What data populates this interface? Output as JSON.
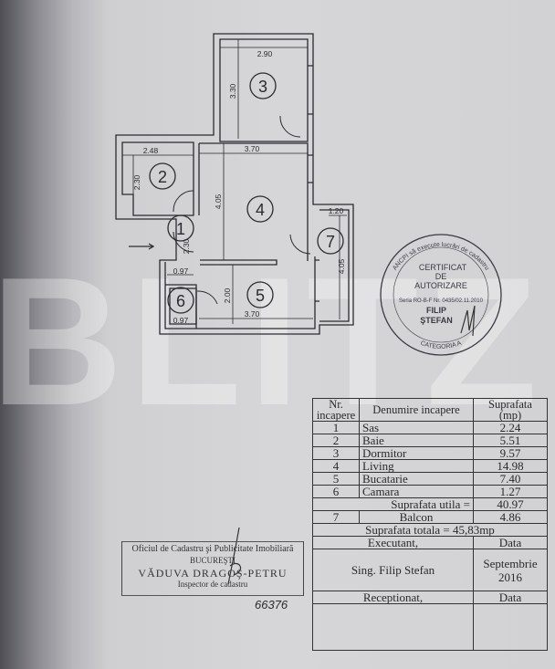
{
  "plan": {
    "rooms": [
      {
        "number": "1"
      },
      {
        "number": "2"
      },
      {
        "number": "3"
      },
      {
        "number": "4"
      },
      {
        "number": "5"
      },
      {
        "number": "6"
      },
      {
        "number": "7"
      }
    ],
    "dimensions": {
      "r3_width": "2.90",
      "r3_height": "3.30",
      "r2_width": "2.48",
      "r2_height": "2.30",
      "r4_width": "3.70",
      "r4_height": "4.05",
      "r7_width": "1.20",
      "r7_height": "4.05",
      "r1_height": "2.30",
      "r1_width": "0.97",
      "r5_height": "2.00",
      "r5_width": "3.70",
      "r6_width": "0.97"
    }
  },
  "watermark": "BLITZ",
  "seal": {
    "ring_top": "ANCPI să execute lucrări de cadastru",
    "ring_bottom": "CATEGORIA A",
    "line1": "CERTIFICAT",
    "line2": "DE",
    "line3": "AUTORIZARE",
    "series": "Seria RO-B-F Nr. 0435/02.11.2010",
    "name1": "FILIP",
    "name2": "ŞTEFAN"
  },
  "stamp": {
    "line1": "Oficiul de Cadastru şi Publicitate Imobiliară",
    "line2": "BUCUREŞTI",
    "line3": "VĂDUVA DRAGOŞ-PETRU",
    "line4": "Inspector de cadastru",
    "number": "66376"
  },
  "table": {
    "headers": {
      "nr": "Nr. incapere",
      "name": "Denumire incapere",
      "area": "Suprafata (mp)"
    },
    "rows": [
      {
        "nr": "1",
        "name": "Sas",
        "area": "2.24"
      },
      {
        "nr": "2",
        "name": "Baie",
        "area": "5.51"
      },
      {
        "nr": "3",
        "name": "Dormitor",
        "area": "9.57"
      },
      {
        "nr": "4",
        "name": "Living",
        "area": "14.98"
      },
      {
        "nr": "5",
        "name": "Bucatarie",
        "area": "7.40"
      },
      {
        "nr": "6",
        "name": "Camara",
        "area": "1.27"
      }
    ],
    "useful_label": "Suprafata utila =",
    "useful_value": "40.97",
    "balcony": {
      "nr": "7",
      "name": "Balcon",
      "area": "4.86"
    },
    "total": "Suprafata totala = 45,83mp",
    "executant_label": "Executant,",
    "data_label": "Data",
    "executant_name": "Sing. Filip  Stefan",
    "executant_date": "Septembrie 2016",
    "receptionat_label": "Receptionat,",
    "receptionat_data_label": "Data"
  }
}
